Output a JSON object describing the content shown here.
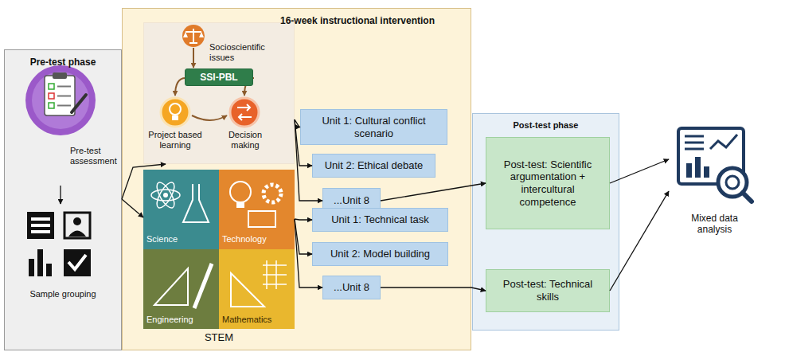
{
  "diagram": {
    "nodes": [
      {
        "text": [
          "Pre-test phase",
          "Pre-test assessment",
          "Sample grouping"
        ]
      },
      {
        "text": [
          "16-week instructional intervention"
        ]
      },
      {
        "text": [
          "Socioscientific issues",
          "Project based learning",
          "Decision making"
        ],
        "in": 1
      },
      {
        "text": [
          "SSI-PBL"
        ],
        "in": 2
      },
      {
        "text": [
          "Science",
          "Technology",
          "Engineering",
          "Mathematics",
          "STEM"
        ],
        "in": 1
      },
      {
        "text": [
          "Unit 1: Cultural conflict scenario"
        ],
        "in": 1
      },
      {
        "text": [
          "Unit 2: Ethical debate"
        ],
        "in": 1
      },
      {
        "text": [
          "...Unit 8"
        ],
        "in": 1
      },
      {
        "text": [
          "Unit 1: Technical task"
        ],
        "in": 1
      },
      {
        "text": [
          "Unit 2: Model building"
        ],
        "in": 1
      },
      {
        "text": [
          "...Unit 8"
        ],
        "in": 1
      },
      {
        "text": [
          "Post-test phase"
        ]
      },
      {
        "text": [
          "Post-test: Scientific argumentation + intercultural competence"
        ],
        "in": 11
      },
      {
        "text": [
          "Post-test: Technical skills"
        ],
        "in": 11
      },
      {
        "text": [
          "Mixed data analysis"
        ]
      }
    ],
    "edges": [
      {
        "from": 0,
        "to": 2,
        "arrow": "to"
      },
      {
        "from": 0,
        "to": 4,
        "arrow": "to"
      },
      {
        "from": 2,
        "to": 5,
        "arrow": "to"
      },
      {
        "from": 2,
        "to": 6,
        "arrow": "to"
      },
      {
        "from": 2,
        "to": 7,
        "arrow": "to"
      },
      {
        "from": 4,
        "to": 8,
        "arrow": "to"
      },
      {
        "from": 4,
        "to": 9,
        "arrow": "to"
      },
      {
        "from": 4,
        "to": 10,
        "arrow": "to"
      },
      {
        "from": 7,
        "to": 12,
        "arrow": "to"
      },
      {
        "from": 10,
        "to": 13,
        "arrow": "to"
      },
      {
        "from": 12,
        "to": 14,
        "arrow": "to"
      },
      {
        "from": 13,
        "to": 14,
        "arrow": "to"
      }
    ]
  }
}
